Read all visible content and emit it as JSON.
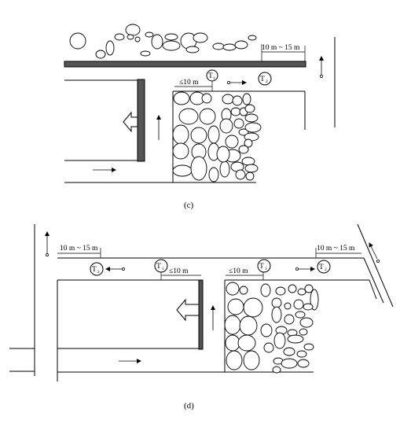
{
  "diagram_c": {
    "caption": "(c)",
    "dist_long": "10 m ~ 15 m",
    "dist_short": "≤10 m",
    "sensor_t1": "T",
    "sensor_t1_sub": "1",
    "sensor_t2": "T",
    "sensor_t2_sub": "2"
  },
  "diagram_d": {
    "caption": "(d)",
    "dist_long_left": "10 m ~ 15 m",
    "dist_long_right": "10 m ~ 15 m",
    "dist_short_left": "≤10 m",
    "dist_short_right": "≤10 m",
    "sensor_t1": "T",
    "sensor_t1_sub": "1",
    "sensor_t2": "T",
    "sensor_t2_sub": "2"
  }
}
